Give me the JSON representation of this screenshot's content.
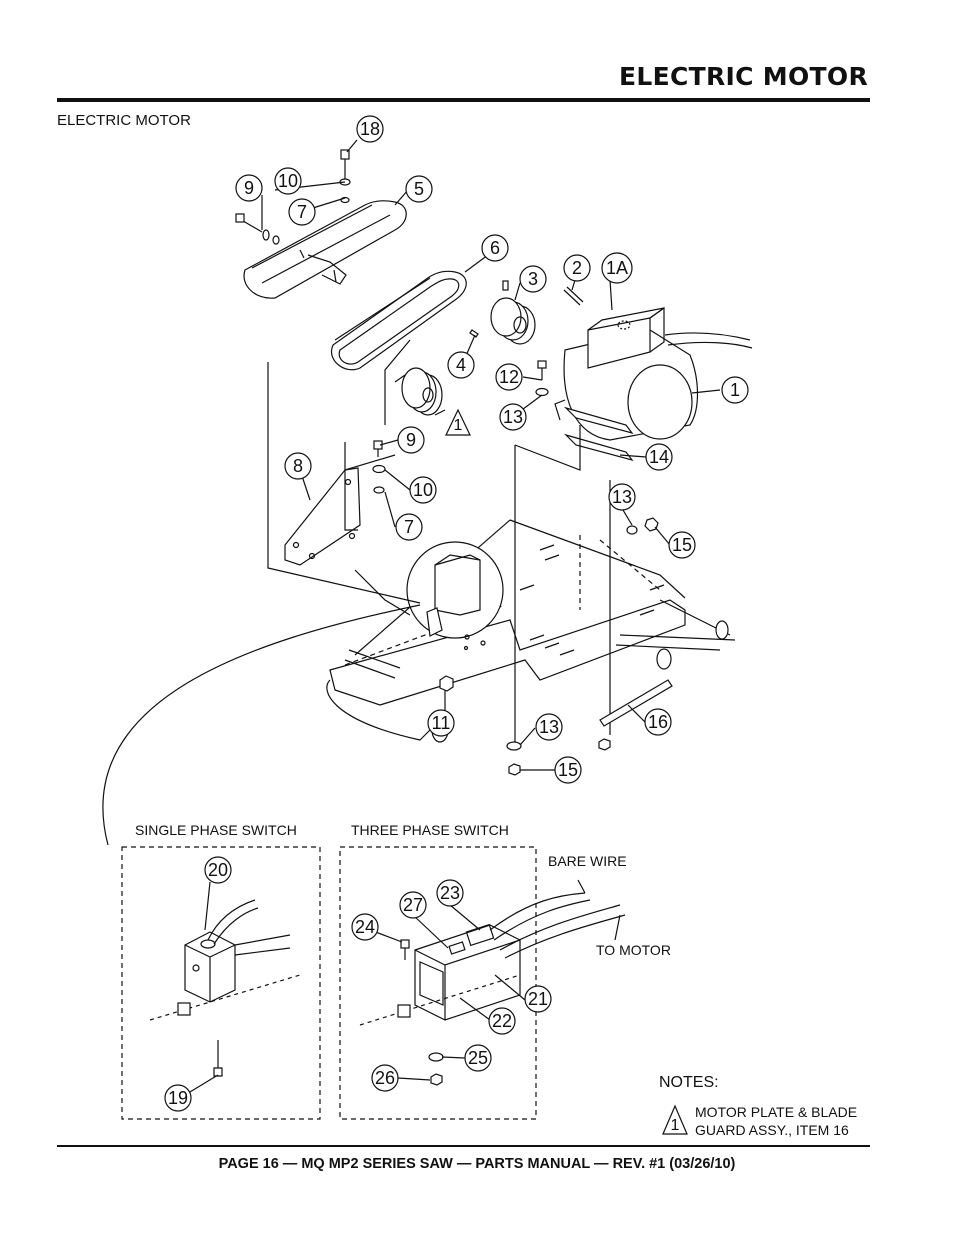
{
  "header": {
    "title": "ELECTRIC MOTOR",
    "section_label": "ELECTRIC MOTOR"
  },
  "diagram": {
    "callouts": [
      "18",
      "9",
      "10",
      "7",
      "5",
      "6",
      "3",
      "2",
      "1A",
      "4",
      "12",
      "1",
      "13",
      "14",
      "9",
      "10",
      "7",
      "8",
      "13",
      "15",
      "11",
      "13",
      "15",
      "16",
      "20",
      "19",
      "27",
      "23",
      "24",
      "21",
      "22",
      "25",
      "26"
    ],
    "inset_labels": {
      "single_phase": "SINGLE PHASE SWITCH",
      "three_phase": "THREE PHASE SWITCH",
      "bare_wire": "BARE WIRE",
      "to_motor": "TO MOTOR"
    },
    "reference_triangle": "1"
  },
  "notes": {
    "heading": "NOTES:",
    "marker": "1",
    "line1": "MOTOR PLATE & BLADE",
    "line2": "GUARD ASSY., ITEM 16"
  },
  "footer": {
    "text": "PAGE 16 — MQ MP2 SERIES SAW — PARTS MANUAL — REV. #1  (03/26/10)"
  }
}
